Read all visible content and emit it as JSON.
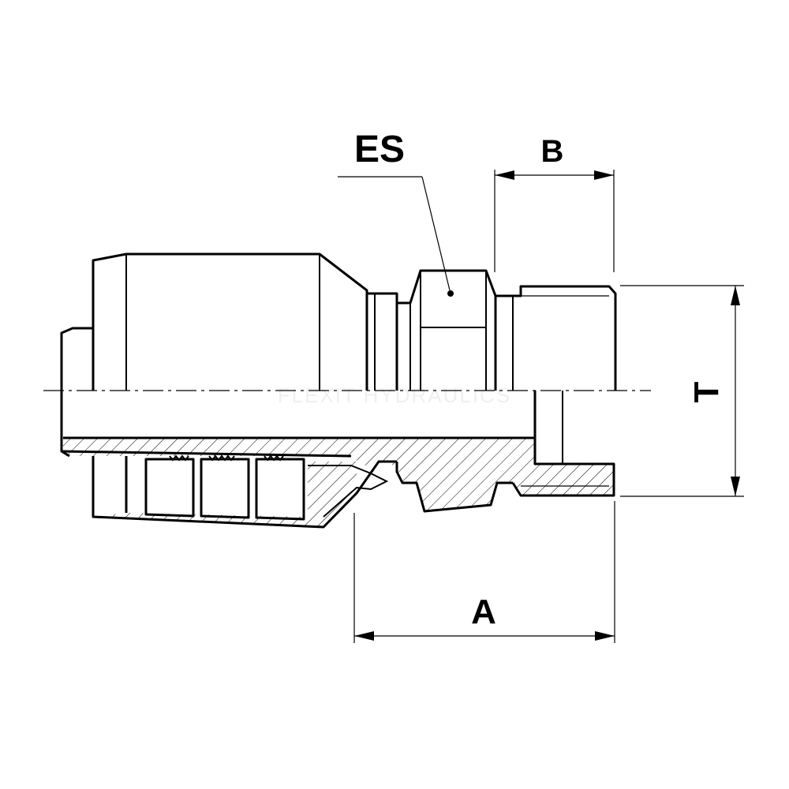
{
  "labels": {
    "es": "ES",
    "b": "B",
    "t": "T",
    "a": "A"
  },
  "watermark": "FLEXIT HYDRAULICS",
  "colors": {
    "line": "#000000",
    "background": "#ffffff"
  }
}
